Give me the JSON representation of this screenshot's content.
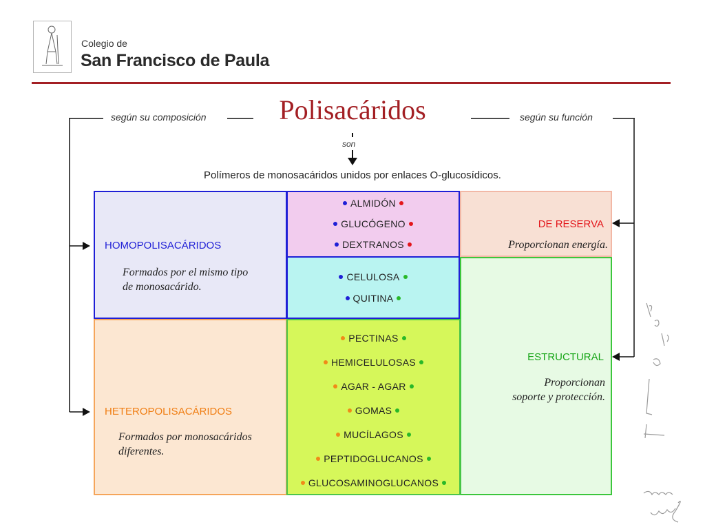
{
  "logo": {
    "line1": "Colegio de",
    "line2": "San Francisco de Paula"
  },
  "title": "Polisacáridos",
  "labels": {
    "composition": "según su composición",
    "function": "según su función",
    "son": "son"
  },
  "subtitle": "Polímeros de monosacáridos unidos por enlaces O-glucosídicos.",
  "homo": {
    "name": "HOMOPOLISACÁRIDOS",
    "desc_line1": "Formados por el mismo tipo",
    "desc_line2": "de monosacárido."
  },
  "hetero": {
    "name": "HETEROPOLISACÁRIDOS",
    "desc_line1": "Formados por monosacáridos",
    "desc_line2": "diferentes."
  },
  "reserve": {
    "name": "DE RESERVA",
    "desc": "Proporcionan energía."
  },
  "structural": {
    "name": "ESTRUCTURAL",
    "desc_line1": "Proporcionan",
    "desc_line2": "soporte y protección."
  },
  "homo_reserve_items": [
    "ALMIDÓN",
    "GLUCÓGENO",
    "DEXTRANOS"
  ],
  "homo_structural_items": [
    "CELULOSA",
    "QUITINA"
  ],
  "hetero_structural_items": [
    "PECTINAS",
    "HEMICELULOSAS",
    "AGAR - AGAR",
    "GOMAS",
    "MUCÍLAGOS",
    "PEPTIDOGLUCANOS",
    "GLUCOSAMINOGLUCANOS"
  ],
  "colors": {
    "brand_red": "#a31f24",
    "homo": "#1f1fd6",
    "hetero": "#f07d12",
    "reserve": "#e3161b",
    "structural": "#16a516",
    "dot_blue": "#1f1fd6",
    "dot_red": "#e3161b",
    "dot_green": "#28b828",
    "dot_orange": "#f08a18"
  }
}
